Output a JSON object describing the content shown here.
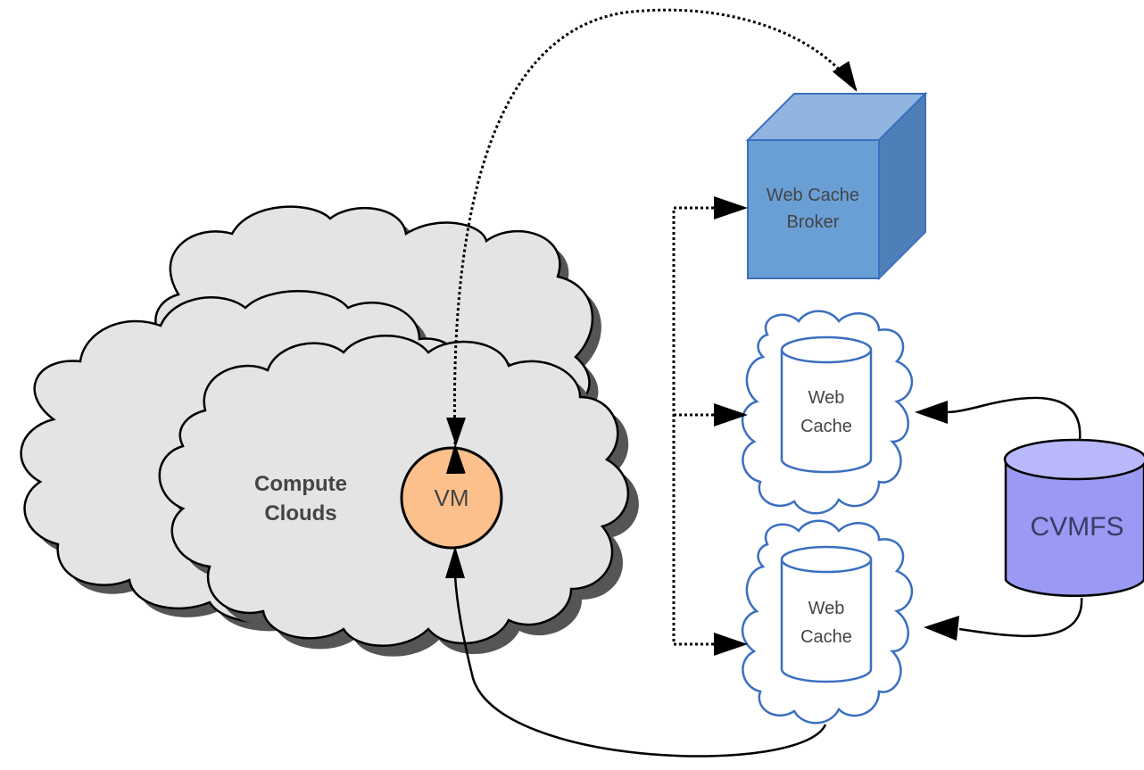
{
  "nodes": {
    "compute_clouds": {
      "label_line1": "Compute",
      "label_line2": "Clouds",
      "fill": "#e4e4e4"
    },
    "vm": {
      "label": "VM",
      "fill": "#fbc08c"
    },
    "broker": {
      "label_line1": "Web Cache",
      "label_line2": "Broker",
      "fill": "#6a9fd6"
    },
    "web_cache_top": {
      "label_line1": "Web",
      "label_line2": "Cache"
    },
    "web_cache_bottom": {
      "label_line1": "Web",
      "label_line2": "Cache"
    },
    "cvmfs": {
      "label": "CVMFS",
      "fill": "#9a9af4"
    }
  },
  "colors": {
    "cache_outline": "#3a6fbf",
    "connector": "#000000"
  }
}
